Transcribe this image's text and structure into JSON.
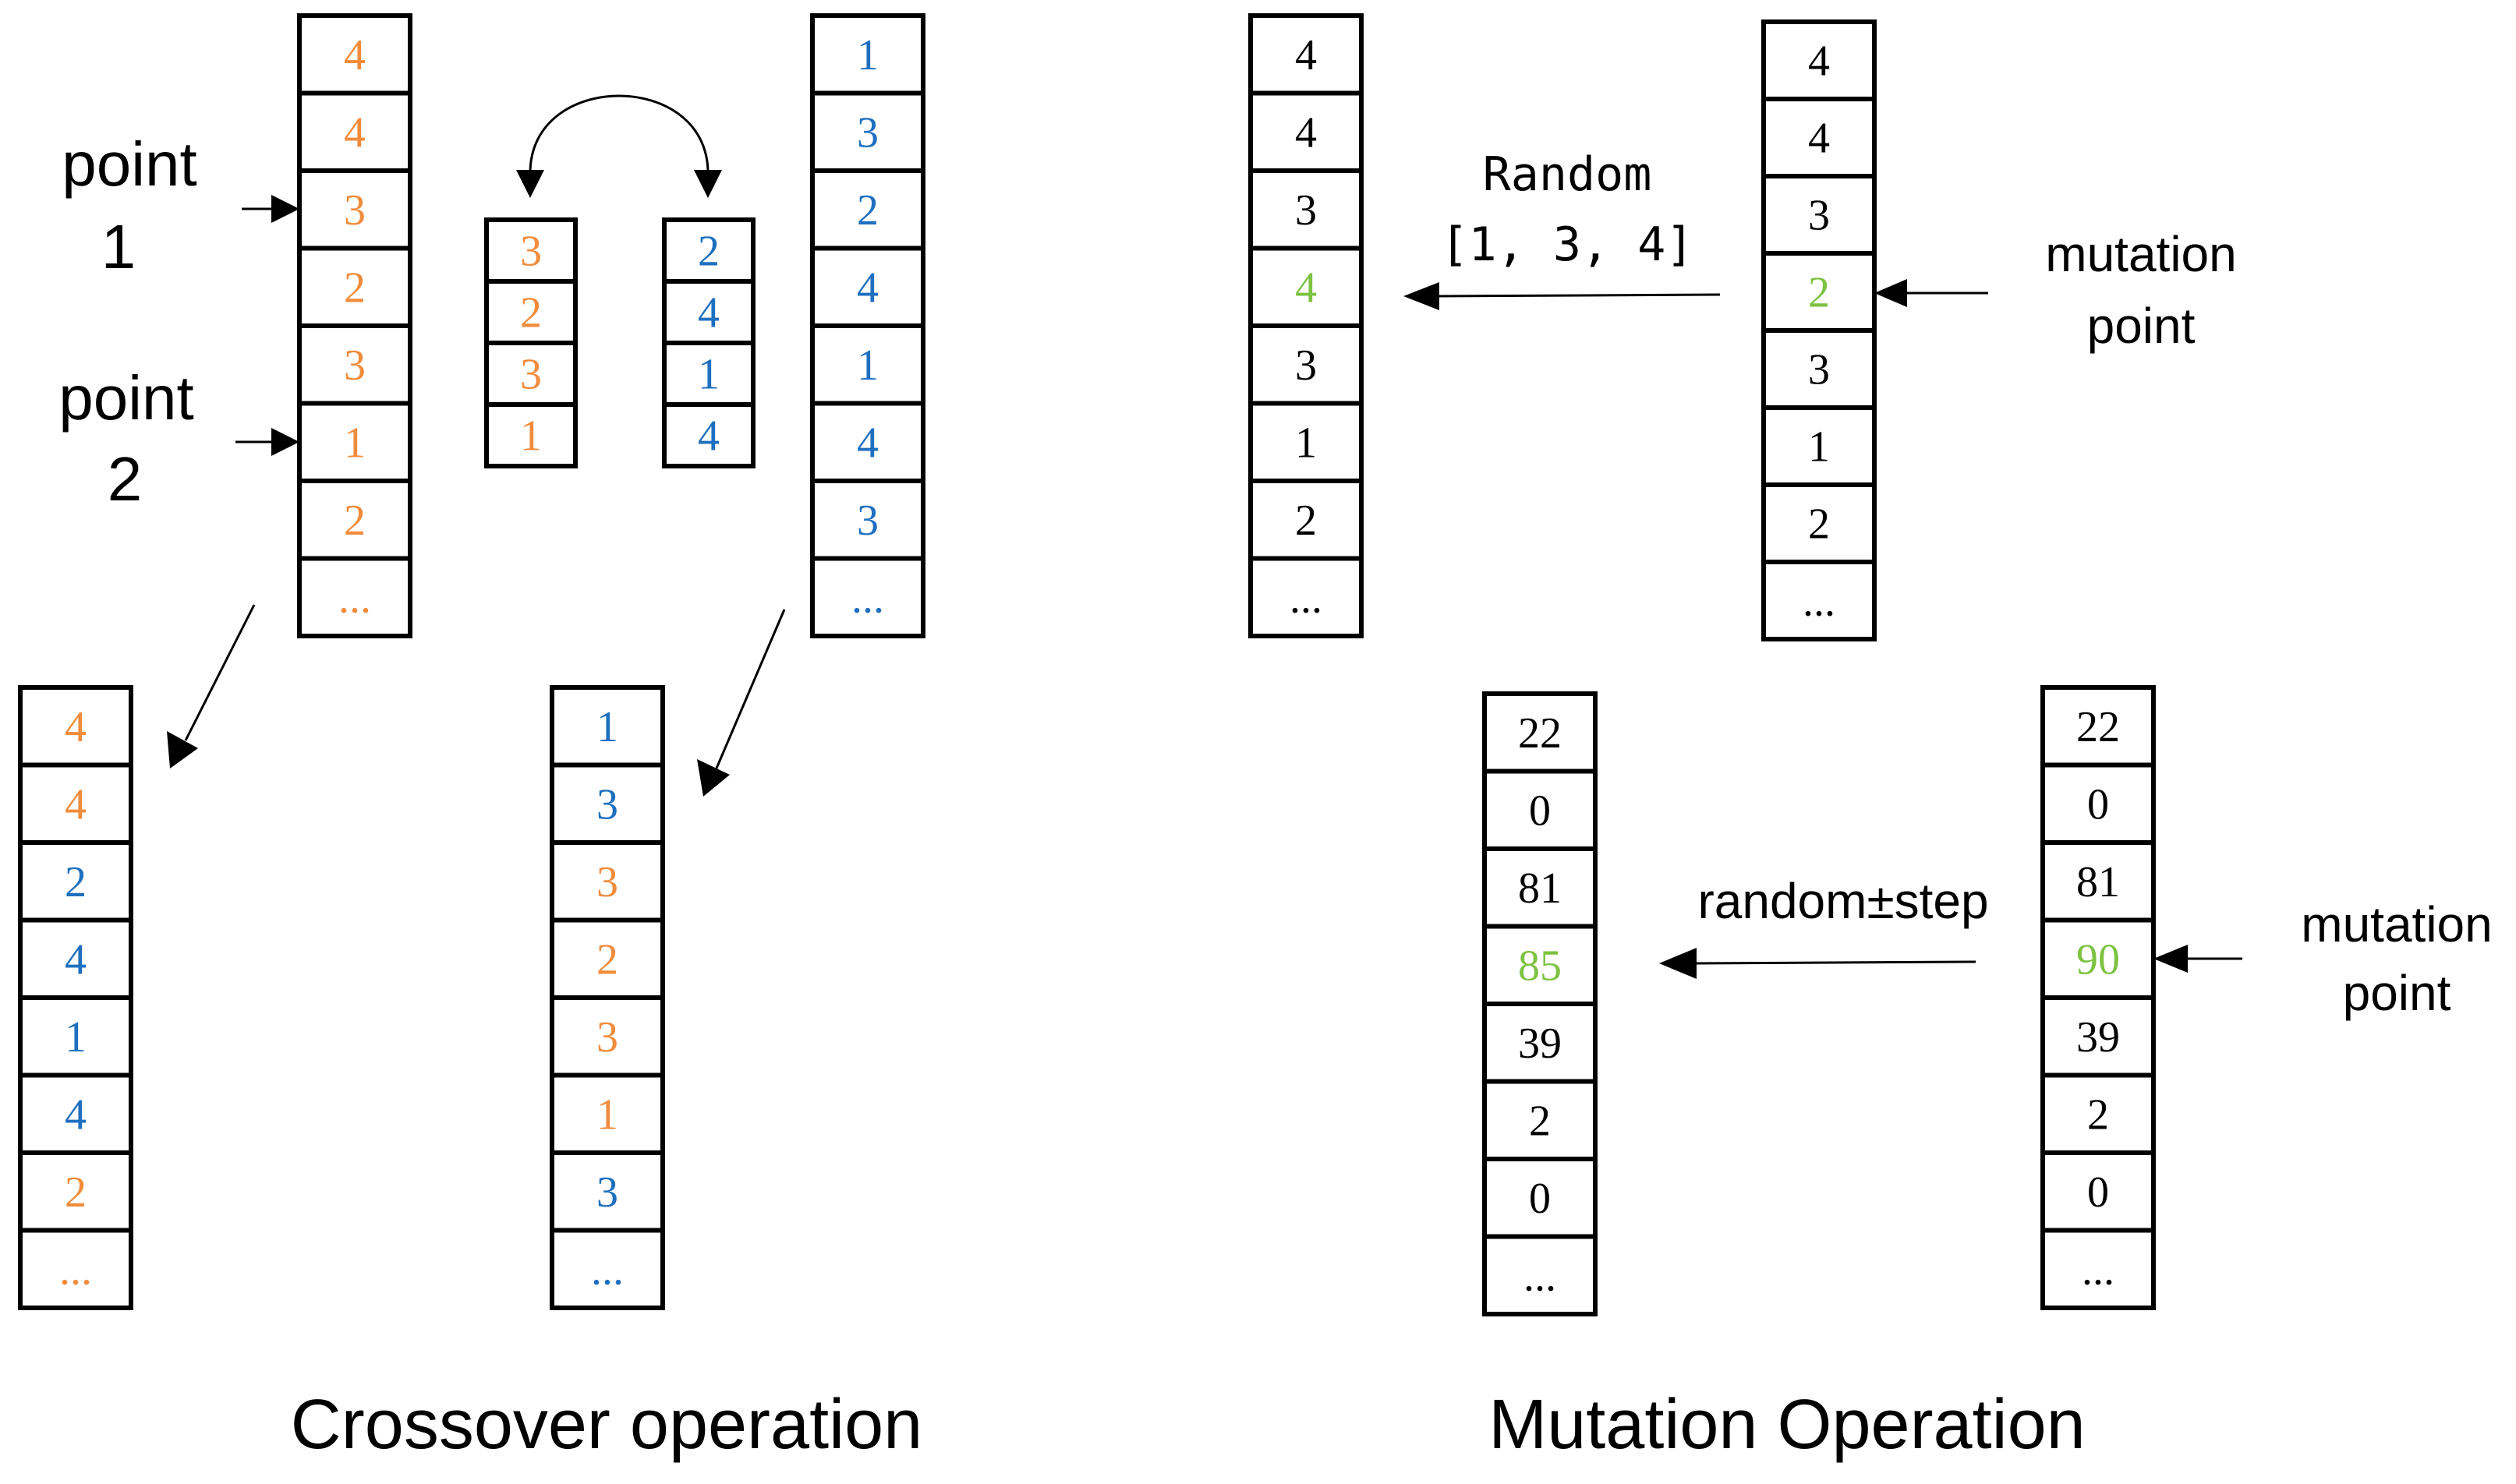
{
  "colors": {
    "orange": "#F08C3C",
    "blue": "#1E6FBF",
    "green": "#7DC242",
    "black": "#000000"
  },
  "crossover": {
    "title": "Crossover operation",
    "point1": {
      "line1": "point",
      "line2": "1"
    },
    "point2": {
      "line1": "point",
      "line2": "2"
    },
    "parent_a": [
      {
        "v": "4",
        "c": "orange"
      },
      {
        "v": "4",
        "c": "orange"
      },
      {
        "v": "3",
        "c": "orange"
      },
      {
        "v": "2",
        "c": "orange"
      },
      {
        "v": "3",
        "c": "orange"
      },
      {
        "v": "1",
        "c": "orange"
      },
      {
        "v": "2",
        "c": "orange"
      },
      {
        "v": "...",
        "c": "orange"
      }
    ],
    "parent_b": [
      {
        "v": "1",
        "c": "blue"
      },
      {
        "v": "3",
        "c": "blue"
      },
      {
        "v": "2",
        "c": "blue"
      },
      {
        "v": "4",
        "c": "blue"
      },
      {
        "v": "1",
        "c": "blue"
      },
      {
        "v": "4",
        "c": "blue"
      },
      {
        "v": "3",
        "c": "blue"
      },
      {
        "v": "...",
        "c": "blue"
      }
    ],
    "segment_a": [
      {
        "v": "3",
        "c": "orange"
      },
      {
        "v": "2",
        "c": "orange"
      },
      {
        "v": "3",
        "c": "orange"
      },
      {
        "v": "1",
        "c": "orange"
      }
    ],
    "segment_b": [
      {
        "v": "2",
        "c": "blue"
      },
      {
        "v": "4",
        "c": "blue"
      },
      {
        "v": "1",
        "c": "blue"
      },
      {
        "v": "4",
        "c": "blue"
      }
    ],
    "child_a": [
      {
        "v": "4",
        "c": "orange"
      },
      {
        "v": "4",
        "c": "orange"
      },
      {
        "v": "2",
        "c": "blue"
      },
      {
        "v": "4",
        "c": "blue"
      },
      {
        "v": "1",
        "c": "blue"
      },
      {
        "v": "4",
        "c": "blue"
      },
      {
        "v": "2",
        "c": "orange"
      },
      {
        "v": "...",
        "c": "orange"
      }
    ],
    "child_b": [
      {
        "v": "1",
        "c": "blue"
      },
      {
        "v": "3",
        "c": "blue"
      },
      {
        "v": "3",
        "c": "orange"
      },
      {
        "v": "2",
        "c": "orange"
      },
      {
        "v": "3",
        "c": "orange"
      },
      {
        "v": "1",
        "c": "orange"
      },
      {
        "v": "3",
        "c": "blue"
      },
      {
        "v": "...",
        "c": "blue"
      }
    ]
  },
  "mutation": {
    "title": "Mutation Operation",
    "discrete": {
      "label_line1": "Random",
      "label_line2": "[1, 3, 4]",
      "point_line1": "mutation",
      "point_line2": "point",
      "before": [
        {
          "v": "4",
          "c": "black"
        },
        {
          "v": "4",
          "c": "black"
        },
        {
          "v": "3",
          "c": "black"
        },
        {
          "v": "2",
          "c": "green"
        },
        {
          "v": "3",
          "c": "black"
        },
        {
          "v": "1",
          "c": "black"
        },
        {
          "v": "2",
          "c": "black"
        },
        {
          "v": "...",
          "c": "black"
        }
      ],
      "after": [
        {
          "v": "4",
          "c": "black"
        },
        {
          "v": "4",
          "c": "black"
        },
        {
          "v": "3",
          "c": "black"
        },
        {
          "v": "4",
          "c": "green"
        },
        {
          "v": "3",
          "c": "black"
        },
        {
          "v": "1",
          "c": "black"
        },
        {
          "v": "2",
          "c": "black"
        },
        {
          "v": "...",
          "c": "black"
        }
      ]
    },
    "continuous": {
      "label": "random±step",
      "point_line1": "mutation",
      "point_line2": "point",
      "before": [
        {
          "v": "22",
          "c": "black"
        },
        {
          "v": "0",
          "c": "black"
        },
        {
          "v": "81",
          "c": "black"
        },
        {
          "v": "90",
          "c": "green"
        },
        {
          "v": "39",
          "c": "black"
        },
        {
          "v": "2",
          "c": "black"
        },
        {
          "v": "0",
          "c": "black"
        },
        {
          "v": "...",
          "c": "black"
        }
      ],
      "after": [
        {
          "v": "22",
          "c": "black"
        },
        {
          "v": "0",
          "c": "black"
        },
        {
          "v": "81",
          "c": "black"
        },
        {
          "v": "85",
          "c": "green"
        },
        {
          "v": "39",
          "c": "black"
        },
        {
          "v": "2",
          "c": "black"
        },
        {
          "v": "0",
          "c": "black"
        },
        {
          "v": "...",
          "c": "black"
        }
      ]
    }
  }
}
